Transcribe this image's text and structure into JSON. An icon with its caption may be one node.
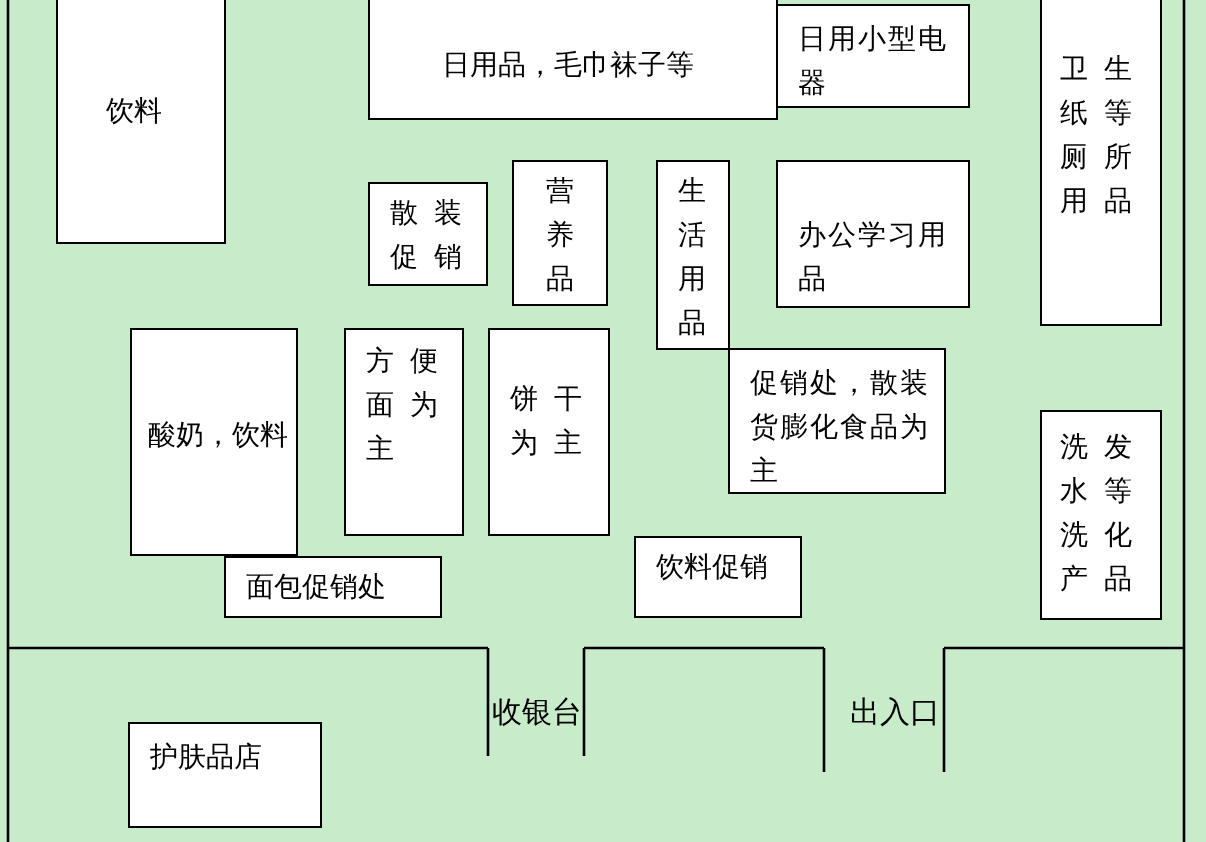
{
  "diagram": {
    "nodes": [
      {
        "text": [
          "饮料"
        ]
      },
      {
        "text": [
          "日用品，毛巾袜子等"
        ]
      },
      {
        "text": [
          "日用小型电器"
        ]
      },
      {
        "text": [
          "卫生纸等厕所用品"
        ]
      },
      {
        "text": [
          "散装促销"
        ]
      },
      {
        "text": [
          "营养品"
        ]
      },
      {
        "text": [
          "生活用品"
        ]
      },
      {
        "text": [
          "办公学习用品"
        ]
      },
      {
        "text": [
          "酸奶，饮料"
        ]
      },
      {
        "text": [
          "方便面为主"
        ]
      },
      {
        "text": [
          "饼干为主"
        ]
      },
      {
        "text": [
          "促销处，散装货膨化食品为主"
        ]
      },
      {
        "text": [
          "洗发水等洗化产品"
        ]
      },
      {
        "text": [
          "面包促销处"
        ]
      },
      {
        "text": [
          "饮料促销"
        ]
      },
      {
        "text": [
          "护肤品店"
        ]
      }
    ],
    "labels": [
      "收银台",
      "出入口"
    ]
  }
}
